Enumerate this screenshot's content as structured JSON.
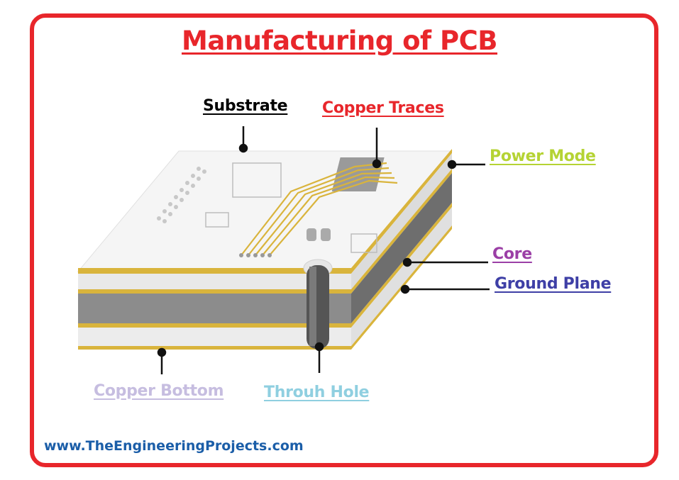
{
  "title": "Manufacturing of PCB",
  "labels": {
    "substrate": "Substrate",
    "copper_traces": "Copper Traces",
    "power_mode": "Power Mode",
    "core": "Core",
    "ground_plane": "Ground Plane",
    "copper_bottom": "Copper Bottom",
    "through_hole": "Throuh Hole"
  },
  "footer": "www.TheEngineeringProjects.com",
  "colors": {
    "frame": "#e8262b",
    "title": "#e8262b",
    "substrate": "#000000",
    "copper_traces": "#e8262b",
    "power_mode": "#b5d334",
    "core": "#9b3fa6",
    "ground_plane": "#3e3fa6",
    "copper_bottom": "#c6bde0",
    "through_hole": "#8fcfe0",
    "footer": "#1b5ea8",
    "copper": "#d9b43c",
    "core_gray": "#8c8c8c"
  }
}
